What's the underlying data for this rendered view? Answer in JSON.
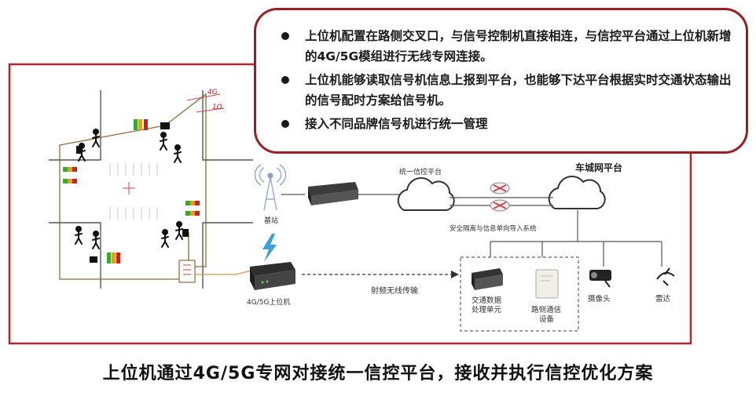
{
  "callout": {
    "bullets": [
      "上位机配置在路侧交叉口，与信号控制机直接相连，与信控平台通过上位机新增的4G/5G模组进行无线专网连接。",
      "上位机能够读取信号机信息上报到平台，也能够下达平台根据实时交通状态输出的信号配时方案给信号机。",
      "接入不同品牌信号机进行统一管理"
    ]
  },
  "diagram": {
    "cable_labels": [
      "4G",
      "1Ω"
    ],
    "platform_unified": "统一信控平台",
    "platform_vehicle_city": "车城网平台",
    "base_station": "基站",
    "security_system": "安全隔离与信息单向导入系统",
    "upper_computer": "4G/5G上位机",
    "rf_transmission": "射频无线传输",
    "traffic_unit_line1": "交通数据",
    "traffic_unit_line2": "处理单元",
    "roadside_line1": "路侧通信",
    "roadside_line2": "设备",
    "camera": "摄像头",
    "radar": "雷达"
  },
  "caption": "上位机通过4G/5G专网对接统一信控平台，接收并执行信控优化方案",
  "colors": {
    "frame": "#b0262a",
    "callout_border": "#9a1f24"
  }
}
